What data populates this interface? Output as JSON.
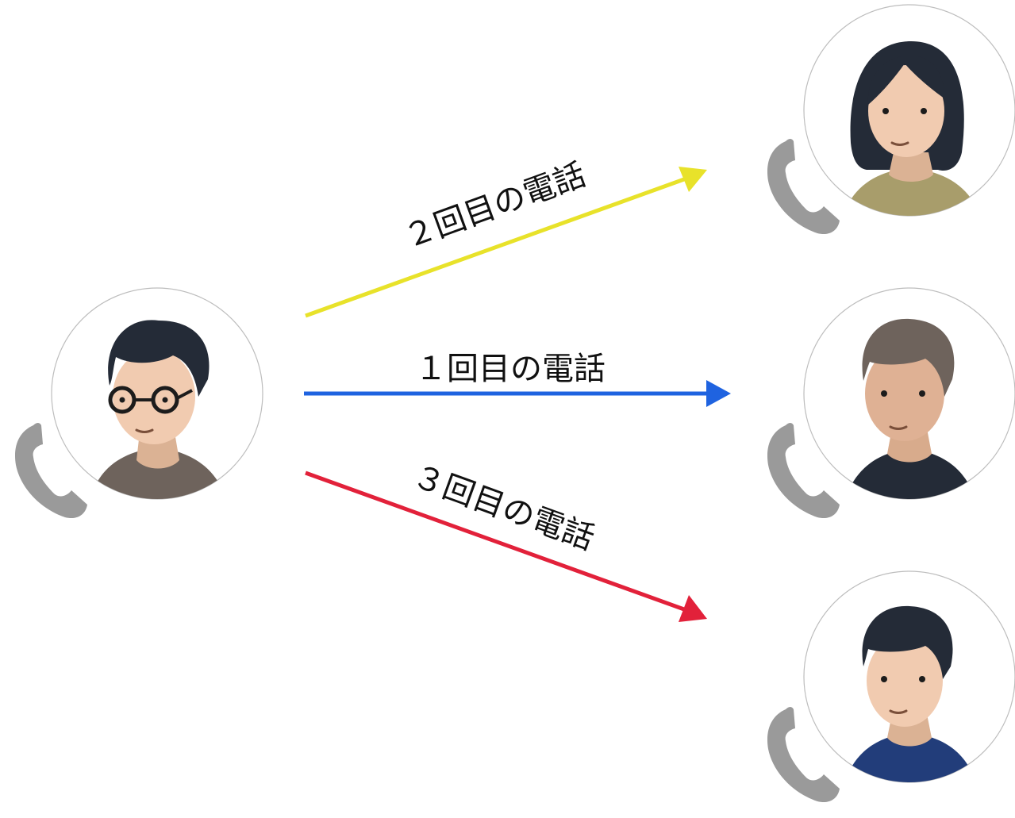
{
  "calls": [
    {
      "label": "２回目の電話",
      "color": "#e8e22a"
    },
    {
      "label": "１回目の電話",
      "color": "#1f63e0"
    },
    {
      "label": "３回目の電話",
      "color": "#e2213a"
    }
  ],
  "caller": {
    "role": "caller",
    "icon": "man-with-glasses-avatar"
  },
  "recipients": [
    {
      "icon": "woman-avatar",
      "shirt_color": "#a89d6b"
    },
    {
      "icon": "man-brown-hair-avatar",
      "shirt_color": "#242b37"
    },
    {
      "icon": "man-blue-shirt-avatar",
      "shirt_color": "#223d7a"
    }
  ],
  "handset_color": "#9a9a9a"
}
